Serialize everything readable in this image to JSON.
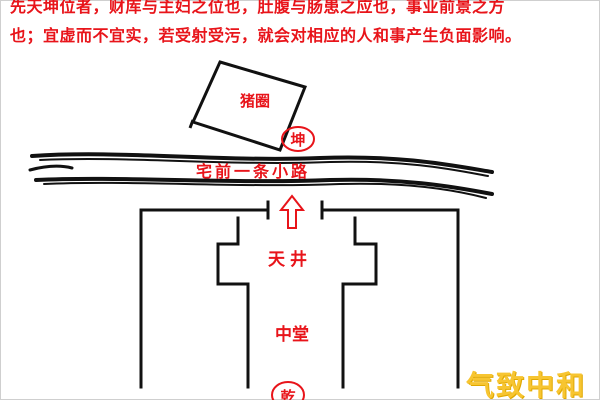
{
  "caption": {
    "line1": "先天坤位者，财库与主妇之位也，肚腹与肠患之应也，事业前景之方",
    "line2": "也；宜虚而不宜实，若受射受污，就会对相应的人和事产生负面影响。"
  },
  "labels": {
    "pigpen": "猪圈",
    "kun": "坤",
    "path": "宅前一条小路",
    "courtyard": "天井",
    "hall": "中堂",
    "qian": "乾"
  },
  "watermark": "气致中和",
  "colors": {
    "text_red": "#e8141a",
    "line_black": "#111111",
    "watermark_gold": "#f7c531"
  }
}
